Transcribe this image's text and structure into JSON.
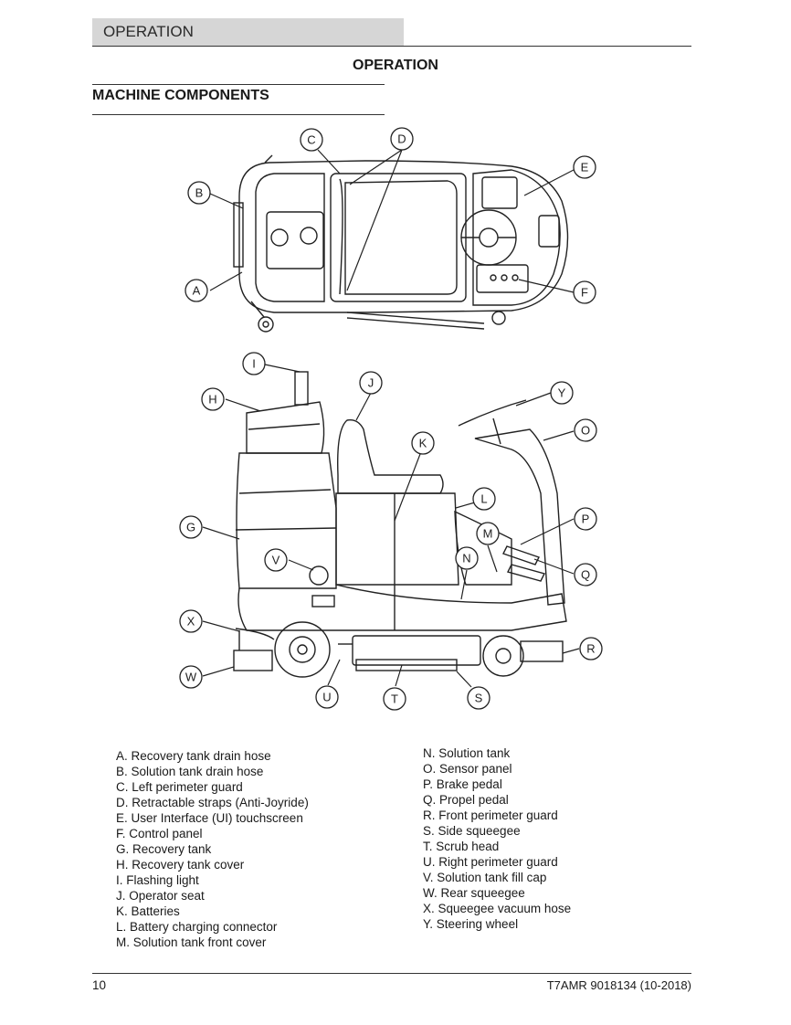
{
  "header": {
    "section_tab": "OPERATION"
  },
  "page_title": "OPERATION",
  "section_title": "MACHINE COMPONENTS",
  "callouts": {
    "A": "A",
    "B": "B",
    "C": "C",
    "D": "D",
    "E": "E",
    "F": "F",
    "G": "G",
    "H": "H",
    "I": "I",
    "J": "J",
    "K": "K",
    "L": "L",
    "M": "M",
    "N": "N",
    "O": "O",
    "P": "P",
    "Q": "Q",
    "R": "R",
    "S": "S",
    "T": "T",
    "U": "U",
    "V": "V",
    "W": "W",
    "X": "X",
    "Y": "Y"
  },
  "legend_left": [
    "A. Recovery tank drain hose",
    "B. Solution tank drain hose",
    "C. Left perimeter guard",
    "D. Retractable straps (Anti-Joyride)",
    "E. User Interface (UI) touchscreen",
    "F. Control panel",
    "G. Recovery tank",
    "H. Recovery tank cover",
    "I.  Flashing light",
    "J.  Operator seat",
    "K. Batteries",
    "L.  Battery charging connector",
    "M. Solution tank front cover"
  ],
  "legend_right": [
    "N. Solution tank",
    "O. Sensor panel",
    "P. Brake pedal",
    "Q. Propel pedal",
    "R. Front perimeter guard",
    "S. Side squeegee",
    "T.  Scrub head",
    "U. Right perimeter guard",
    "V. Solution tank fill cap",
    "W. Rear squeegee",
    "X. Squeegee vacuum hose",
    "Y. Steering wheel"
  ],
  "footer": {
    "page_number": "10",
    "document_id": "T7AMR 9018134 (10-2018)"
  }
}
